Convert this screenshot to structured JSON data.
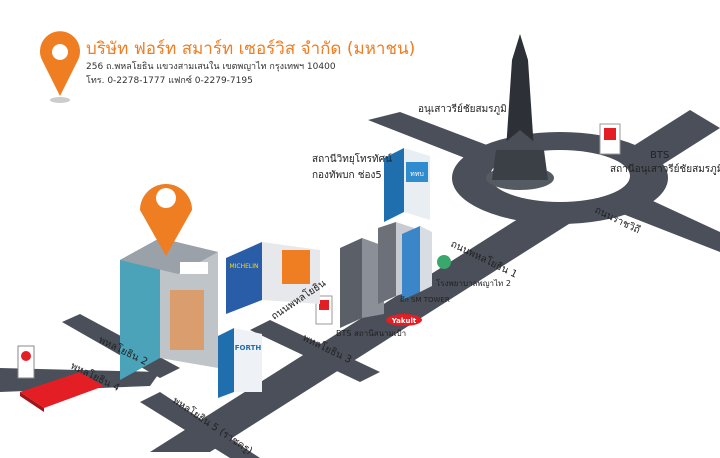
{
  "header": {
    "company": "บริษัท ฟอร์ท สมาร์ท เซอร์วิส จำกัด (มหาชน)",
    "address": "256  ถ.พหลโยธิน  แขวงสามเสนใน  เขตพญาไท  กรุงเทพฯ  10400",
    "contact": "โทร. 0-2278-1777  แฟกซ์ 0-2279-7195",
    "pin_icon": "location-pin-icon"
  },
  "landmarks": {
    "monument": "อนุเสาวรีย์ชัยสมรภูมิ",
    "tv_station": [
      "สถานีวิทยุโทรทัศน์",
      "กองทัพบก ช่อง5"
    ],
    "bts_victory": [
      "BTS",
      "สถานีอนุเสาวรีย์ชัยสมรภูมิ"
    ],
    "sm_tower": "ตึก SM TOWER",
    "hospital": "โรงพยาบาลพญาไท 2",
    "bts_sanam_pao": "BTS สถานีสนามเป้า",
    "yakult": "Yakult",
    "michelin": "MICHELIN",
    "tv_logo": "ททบ",
    "forth_sign": "FORTH"
  },
  "roads": {
    "phahon_1": "ถนนพหลโยธิน 1",
    "phahon_main": "ถนนพหลโยธิน",
    "ratchawithi": "ถนนราชวิถี",
    "phahon_2": "พหลโยธิน 2",
    "phahon_3": "พหลโยธิน 3",
    "phahon_4": "พหลโยธิน 4",
    "phahon_5": "พหลโยธิน 5 (ราชครู)"
  },
  "colors": {
    "brand": "#ef7d22",
    "road": "#4a4f5a",
    "road_edge": "#2e323a",
    "building_blue": "#2f8ccf",
    "bts_red": "#e31e24"
  }
}
